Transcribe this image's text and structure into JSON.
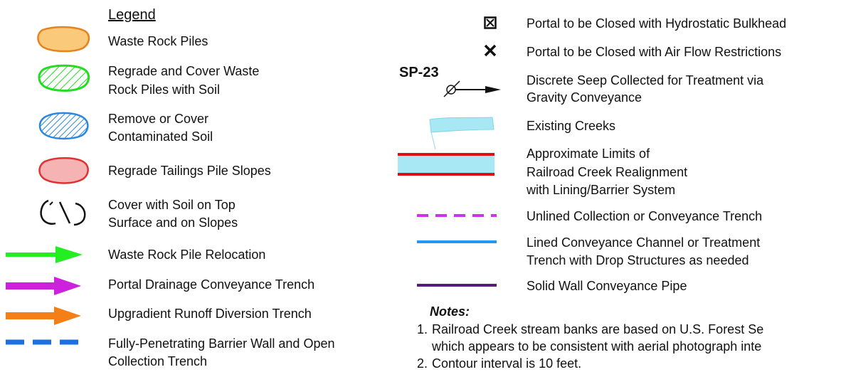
{
  "legend": {
    "title": "Legend",
    "left_items": [
      {
        "icon": "waste-rock-pile-icon",
        "color": "#f5a623",
        "lines": [
          "Waste Rock Piles"
        ]
      },
      {
        "icon": "green-hatch-pile-icon",
        "color": "#22dd22",
        "lines": [
          "Regrade and Cover Waste",
          "Rock Piles with Soil"
        ]
      },
      {
        "icon": "blue-hatch-pile-icon",
        "color": "#2b86e0",
        "lines": [
          "Remove or Cover",
          "Contaminated Soil"
        ]
      },
      {
        "icon": "red-pile-icon",
        "color": "#e03030",
        "lines": [
          "Regrade Tailings Pile Slopes"
        ]
      },
      {
        "icon": "soil-cover-icon",
        "color": "#111111",
        "lines": [
          "Cover with Soil on Top",
          "Surface and on Slopes"
        ]
      },
      {
        "icon": "green-arrow-icon",
        "color": "#22ee22",
        "lines": [
          "Waste Rock Pile Relocation"
        ]
      },
      {
        "icon": "purple-arrow-icon",
        "color": "#cc22dd",
        "lines": [
          "Portal Drainage Conveyance Trench"
        ]
      },
      {
        "icon": "orange-arrow-icon",
        "color": "#f57f17",
        "lines": [
          "Upgradient Runoff Diversion Trench"
        ]
      },
      {
        "icon": "blue-dashed-line-icon",
        "color": "#1e6fe0",
        "lines": [
          "Fully-Penetrating Barrier Wall and Open",
          "Collection Trench"
        ]
      }
    ],
    "right_items": [
      {
        "icon": "boxed-x-icon",
        "lines": [
          "Portal to be Closed with Hydrostatic Bulkhead"
        ]
      },
      {
        "icon": "x-mark-icon",
        "lines": [
          "Portal to be Closed with Air Flow Restrictions"
        ]
      },
      {
        "icon": "seep-arrow-icon",
        "code": "SP-23",
        "lines": [
          "Discrete Seep Collected for Treatment via",
          "Gravity Conveyance"
        ]
      },
      {
        "icon": "creek-icon",
        "color": "#a8e8f5",
        "lines": [
          "Existing Creeks"
        ]
      },
      {
        "icon": "creek-realignment-icon",
        "color": "#dd1111",
        "lines": [
          "Approximate Limits of",
          "Railroad Creek Realignment",
          "with Lining/Barrier System"
        ]
      },
      {
        "icon": "purple-dashed-line-icon",
        "color": "#cc33ee",
        "lines": [
          "Unlined Collection or Conveyance Trench"
        ]
      },
      {
        "icon": "blue-line-icon",
        "color": "#2299ee",
        "lines": [
          "Lined Conveyance Channel or Treatment",
          "Trench with Drop Structures as needed"
        ]
      },
      {
        "icon": "purple-pipe-line-icon",
        "color": "#5a1a78",
        "lines": [
          "Solid Wall Conveyance Pipe"
        ]
      }
    ]
  },
  "notes": {
    "title": "Notes:",
    "items": [
      {
        "number": "1.",
        "lines": [
          "Railroad Creek stream banks are based on U.S. Forest Se",
          "which appears to be consistent with aerial photograph inte"
        ]
      },
      {
        "number": "2.",
        "lines": [
          "Contour interval is 10 feet."
        ]
      }
    ]
  }
}
